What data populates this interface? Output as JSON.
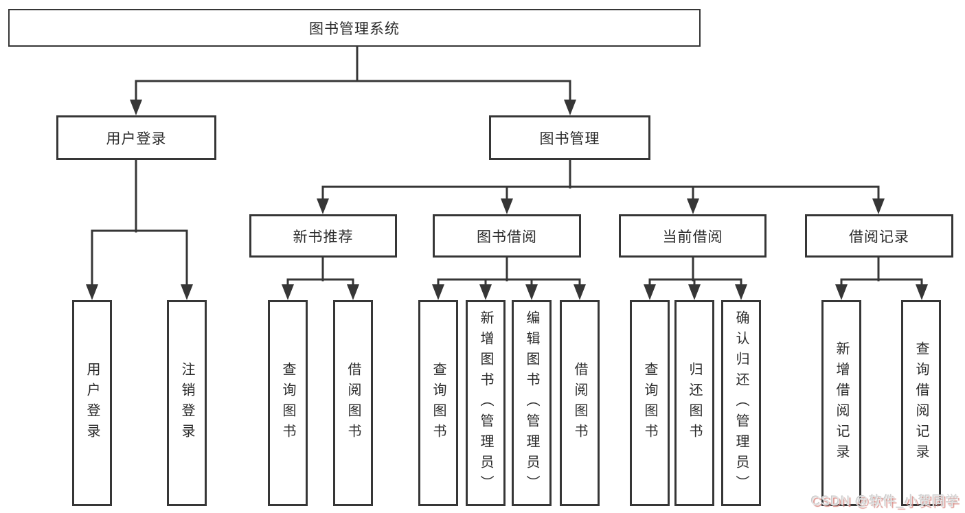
{
  "diagram": {
    "title": "图书管理系统",
    "children": [
      {
        "label": "用户登录",
        "children": [
          {
            "label": "用户登录"
          },
          {
            "label": "注销登录"
          }
        ]
      },
      {
        "label": "图书管理",
        "children": [
          {
            "label": "新书推荐",
            "children": [
              {
                "label": "查询图书"
              },
              {
                "label": "借阅图书"
              }
            ]
          },
          {
            "label": "图书借阅",
            "children": [
              {
                "label": "查询图书"
              },
              {
                "label": "新增图书（管理员）"
              },
              {
                "label": "编辑图书（管理员）"
              },
              {
                "label": "借阅图书"
              }
            ]
          },
          {
            "label": "当前借阅",
            "children": [
              {
                "label": "查询图书"
              },
              {
                "label": "归还图书"
              },
              {
                "label": "确认归还（管理员）"
              }
            ]
          },
          {
            "label": "借阅记录",
            "children": [
              {
                "label": "新增借阅记录"
              },
              {
                "label": "查询借阅记录"
              }
            ]
          }
        ]
      }
    ]
  },
  "watermark": {
    "text": "CSDN @软件_小贺同学"
  },
  "colors": {
    "line": "#363636",
    "box_border": "#363636",
    "text": "#2b2b2b",
    "background": "#ffffff",
    "watermark_fill": "#e3e3e3",
    "watermark_shadow": "#d98b85"
  }
}
